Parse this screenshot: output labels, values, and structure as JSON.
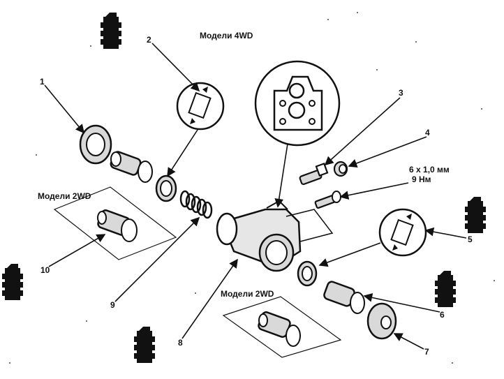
{
  "captions": {
    "models_4wd": "Модели 4WD",
    "models_2wd_left": "Модели 2WD",
    "models_2wd_bottom": "Модели 2WD",
    "thread_spec": "6 x 1,0 мм",
    "torque_spec": "9 Нм"
  },
  "callouts": [
    "1",
    "2",
    "3",
    "4",
    "5",
    "6",
    "7",
    "8",
    "9",
    "10"
  ],
  "colors": {
    "ink": "#111111",
    "paper": "#ffffff",
    "shade": "#d9d9d9"
  },
  "icons": [
    "brake-fluid-bottle-icon",
    "seal-direction-icon",
    "mounting-face-detail-icon"
  ]
}
